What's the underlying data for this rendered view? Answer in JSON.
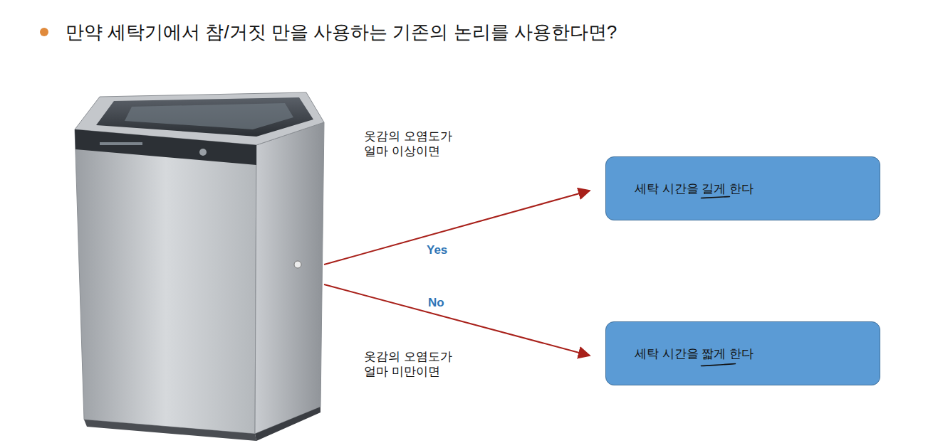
{
  "diagram": {
    "title": "만약 세탁기에서 참/거짓 만을 사용하는 기존의 논리를 사용한다면?",
    "nodes": [
      {
        "text": [
          "세탁 시간을 길게 한다"
        ]
      },
      {
        "text": [
          "세탁 시간을 짧게 한다"
        ]
      }
    ],
    "labels": [
      "옷감의 오염도가 얼마 이상이면",
      "Yes",
      "No",
      "옷감의 오염도가 얼마 미만이면"
    ]
  }
}
